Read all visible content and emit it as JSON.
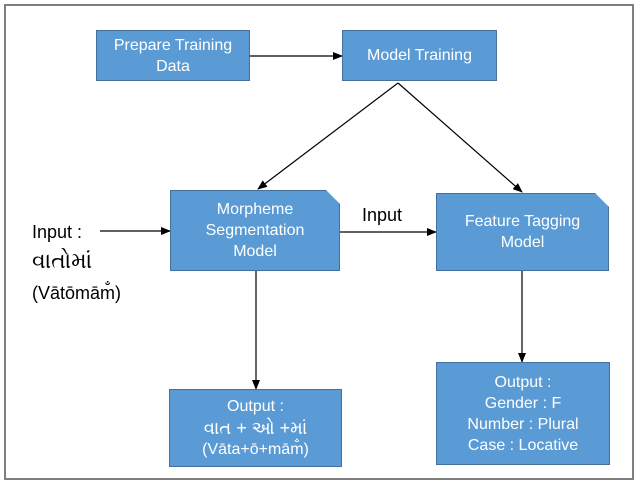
{
  "nodes": {
    "prepare": [
      "Prepare Training",
      "Data"
    ],
    "model_training": [
      "Model Training"
    ],
    "morpheme": [
      "Morpheme",
      "Segmentation",
      "Model"
    ],
    "feature": [
      "Feature Tagging",
      "Model"
    ],
    "morph_output": [
      "Output :",
      "વાત + ઓ +માં",
      "(Vāta+ō+mām̐)"
    ],
    "feature_output": [
      "Output :",
      "Gender : F",
      "Number : Plural",
      "Case : Locative"
    ]
  },
  "input_label": {
    "title": "Input :",
    "word": "વાતોમાં",
    "translit": "(Vātōmām̐)"
  },
  "edge_label": "Input",
  "colors": {
    "box_fill": "#5b9bd5",
    "box_border": "#41719c",
    "box_text": "#ffffff",
    "arrow": "#000000",
    "frame": "#7f7f7f"
  }
}
